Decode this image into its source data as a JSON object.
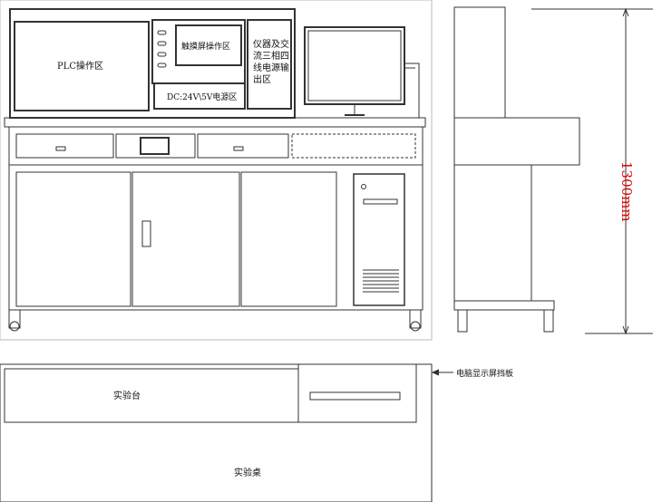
{
  "front_view": {
    "plc_area": "PLC操作区",
    "touch_screen_area": "触摸屏操作区",
    "dc_power_area": "DC:24V\\5V电源区",
    "ac_output_area": "仪器及交流三相四线电源输出区"
  },
  "side_view": {
    "height_dimension": "1300mm"
  },
  "top_view": {
    "monitor_baffle": "电脑显示屏挡板",
    "bench": "实验台",
    "desk": "实验桌"
  },
  "colors": {
    "line": "#333333",
    "dimension_text": "#e00000"
  }
}
